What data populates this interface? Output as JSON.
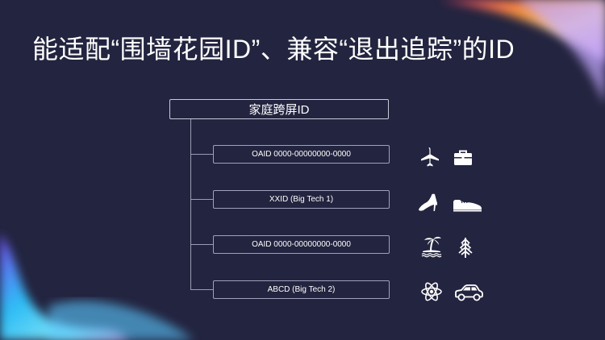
{
  "slide": {
    "title": "能适配“围墙花园ID”、兼容“退出追踪”的ID"
  },
  "tree": {
    "root_label": "家庭跨屏ID",
    "items": [
      {
        "label": "OAID 0000-00000000-0000",
        "icons": [
          "airplane-icon",
          "briefcase-icon"
        ]
      },
      {
        "label": "XXID (Big Tech 1)",
        "icons": [
          "high-heel-icon",
          "shoe-icon"
        ]
      },
      {
        "label": "OAID 0000-00000000-0000",
        "icons": [
          "palm-island-icon",
          "pine-tree-icon"
        ]
      },
      {
        "label": "ABCD (Big Tech 2)",
        "icons": [
          "atom-icon",
          "car-icon"
        ]
      }
    ]
  },
  "colors": {
    "background": "#23243f",
    "box_border": "#9fa1bd",
    "text": "#ffffff"
  }
}
